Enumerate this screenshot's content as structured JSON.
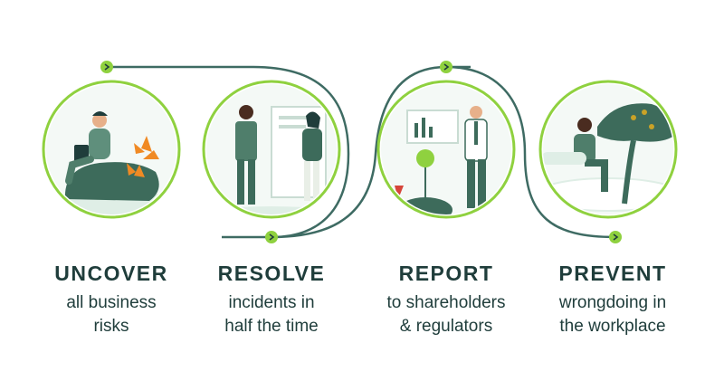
{
  "steps": [
    {
      "title": "UNCOVER",
      "line1": "all business",
      "line2": "risks",
      "illustration": "person-with-tablet-icon"
    },
    {
      "title": "RESOLVE",
      "line1": "incidents in",
      "line2": "half the time",
      "illustration": "two-people-presentation-icon"
    },
    {
      "title": "REPORT",
      "line1": "to shareholders",
      "line2": "& regulators",
      "illustration": "presenter-chart-icon"
    },
    {
      "title": "PREVENT",
      "line1": "wrongdoing in",
      "line2": "the workplace",
      "illustration": "person-under-tree-icon"
    }
  ],
  "colors": {
    "accent": "#8fd13f",
    "path": "#3e6b63",
    "dark_green": "#3d6b5b",
    "mint": "#dfeee6",
    "text": "#1f3d3b",
    "orange": "#f08a24"
  },
  "arrow_icon": "chevron-right-icon"
}
